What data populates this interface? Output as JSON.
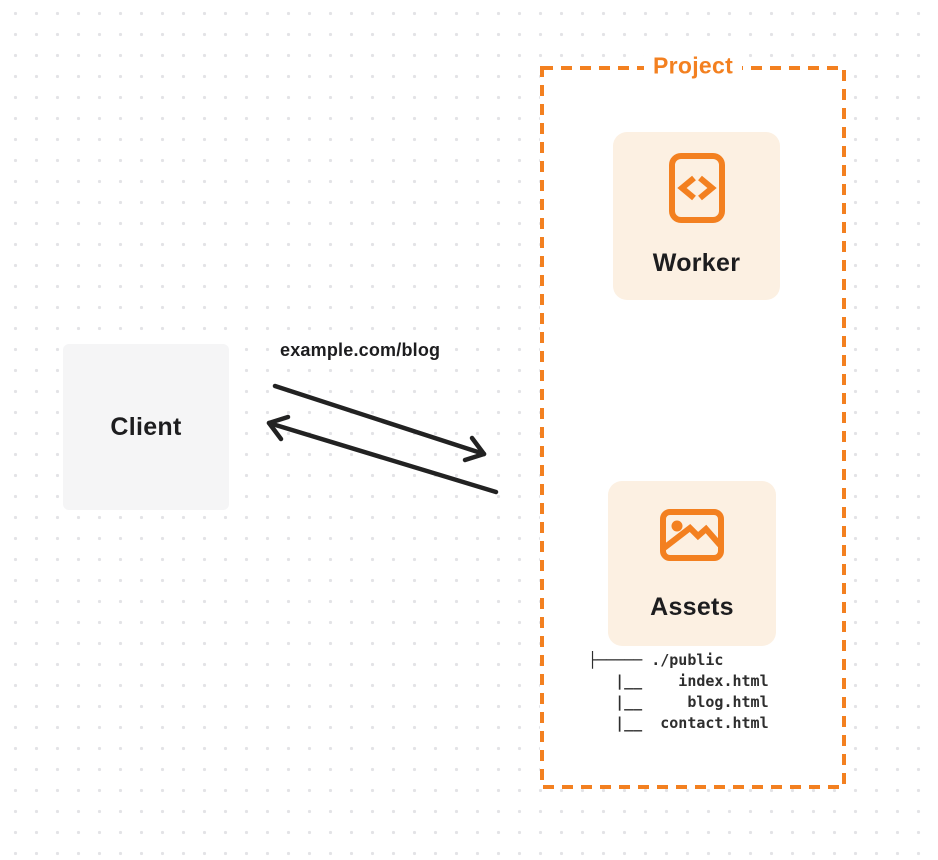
{
  "client": {
    "label": "Client"
  },
  "request": {
    "label": "example.com/blog"
  },
  "project": {
    "label": "Project",
    "worker": {
      "label": "Worker",
      "icon": "code-file-icon"
    },
    "assets": {
      "label": "Assets",
      "icon": "image-icon",
      "file_tree": [
        "├───── ./public",
        "   |__    index.html",
        "   |__     blog.html",
        "   |__  contact.html"
      ]
    }
  },
  "colors": {
    "accent_orange": "#F38020",
    "card_background": "#FCF0E2",
    "project_background": "#FFFFFF",
    "client_background": "#F5F5F6",
    "arrow": "#222222",
    "text_dark": "#1D1D1F",
    "dot_grid": "#E3E3E6"
  }
}
